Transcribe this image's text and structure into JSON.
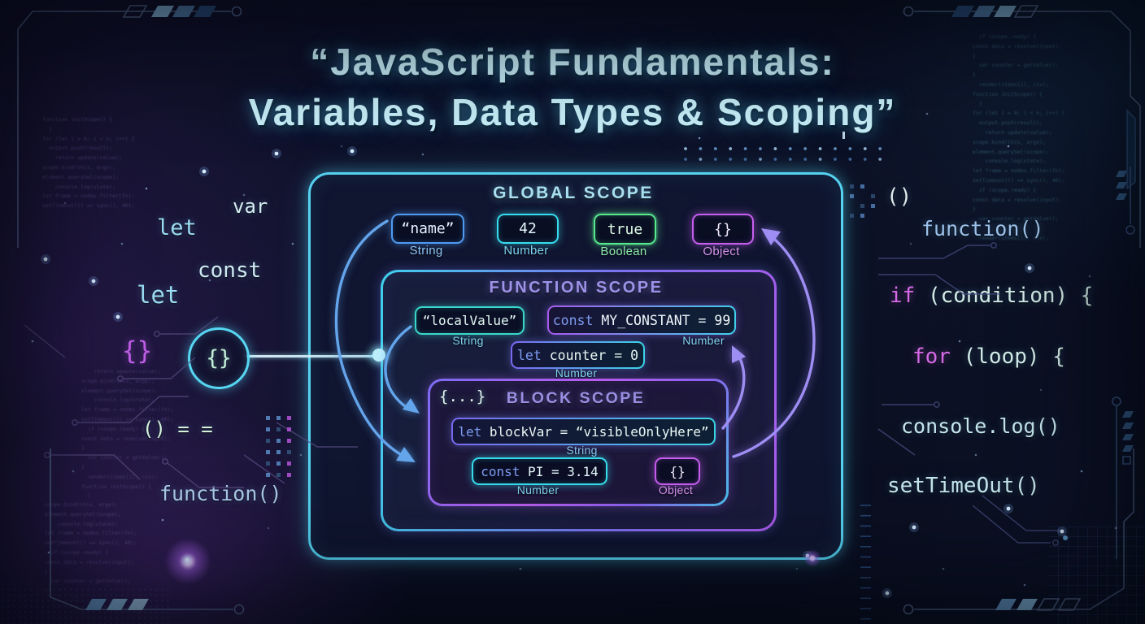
{
  "title": {
    "line1": "“JavaScript Fundamentals:",
    "line2": "Variables, Data Types & Scoping”"
  },
  "colors": {
    "cyan": "#45d6ee",
    "blue": "#4e9cf2",
    "green": "#58e88e",
    "magenta": "#c75ef0",
    "purple": "#9e8df2",
    "title_text": "#c6eef8",
    "background": "#0b0e22"
  },
  "scopes": {
    "global": {
      "title": "GLOBAL SCOPE",
      "tokens": [
        {
          "code": "“name”",
          "label": "String"
        },
        {
          "code": "42",
          "label": "Number"
        },
        {
          "code": "true",
          "label": "Boolean"
        },
        {
          "code": "{}",
          "label": "Object"
        }
      ]
    },
    "function_scope": {
      "title": "FUNCTION SCOPE",
      "tokens": [
        {
          "code": "“localValue”",
          "label": "String"
        },
        {
          "keyword": "const",
          "rest": " MY_CONSTANT = 99",
          "label": "Number"
        },
        {
          "keyword": "let",
          "rest": " counter = 0",
          "label": "Number"
        }
      ]
    },
    "block": {
      "badge": "{...}",
      "title": "BLOCK SCOPE",
      "tokens": [
        {
          "keyword": "let",
          "rest": " blockVar = “visibleOnlyHere”",
          "label": "String"
        },
        {
          "keyword": "const",
          "rest": " PI = 3.14",
          "label": "Number"
        },
        {
          "code": "{}",
          "label": "Object"
        }
      ]
    }
  },
  "connector": {
    "symbol": "{}"
  },
  "left_annotations": [
    {
      "text": "var"
    },
    {
      "text": "let"
    },
    {
      "text": "const"
    },
    {
      "text": "let"
    },
    {
      "text": "{}"
    },
    {
      "text": "() = ="
    },
    {
      "text": "function()"
    }
  ],
  "right_annotations": [
    {
      "text": "()"
    },
    {
      "text": "function()"
    },
    {
      "keyword": "if",
      "rest": " (condition) {"
    },
    {
      "keyword": "for",
      "rest": " (loop) {"
    },
    {
      "text": "console.log()"
    },
    {
      "text": "setTimeOut()"
    }
  ]
}
